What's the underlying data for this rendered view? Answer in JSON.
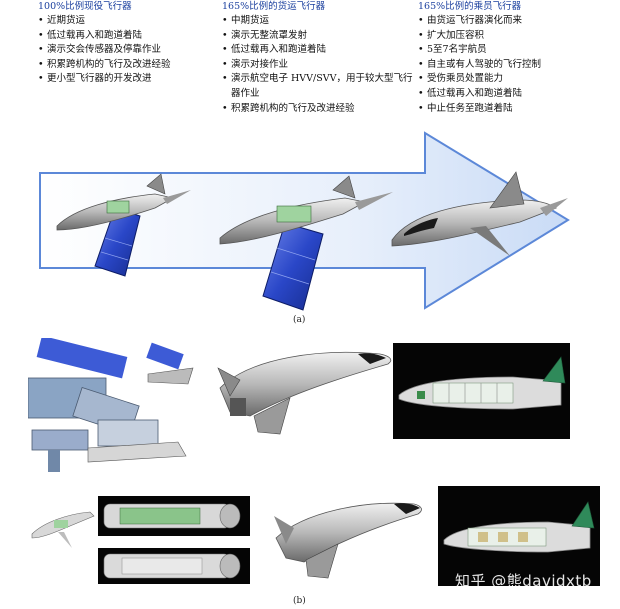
{
  "columns": [
    {
      "heading": "100%比例现役飞行器",
      "items": [
        "近期货运",
        "低过载再入和跑道着陆",
        "演示交会传感器及停靠作业",
        "积累跨机构的飞行及改进经验",
        "更小型飞行器的开发改进"
      ]
    },
    {
      "heading": "165%比例的货运飞行器",
      "items": [
        "中期货运",
        "演示无整流罩发射",
        "低过载再入和跑道着陆",
        "演示对接作业",
        "演示航空电子 HVV/SVV，用于较大型飞行器作业",
        "积累跨机构的飞行及改进经验"
      ]
    },
    {
      "heading": "165%比例的乘员飞行器",
      "items": [
        "由货运飞行器演化而来",
        "扩大加压容积",
        "5至7名宇航员",
        "自主或有人驾驶的飞行控制",
        "受伤乘员处置能力",
        "低过载再入和跑道着陆",
        "中止任务至跑道着陆"
      ]
    }
  ],
  "captions": {
    "a": "(a)",
    "b": "(b)"
  },
  "watermark": "知乎 @熊davidxtb",
  "colors": {
    "heading": "#1a3f9e",
    "arrow_edge": "#5c88d8",
    "arrow_fill": "#dce8fa",
    "panel_dark": "#050505",
    "solar": "#2a47c8"
  }
}
